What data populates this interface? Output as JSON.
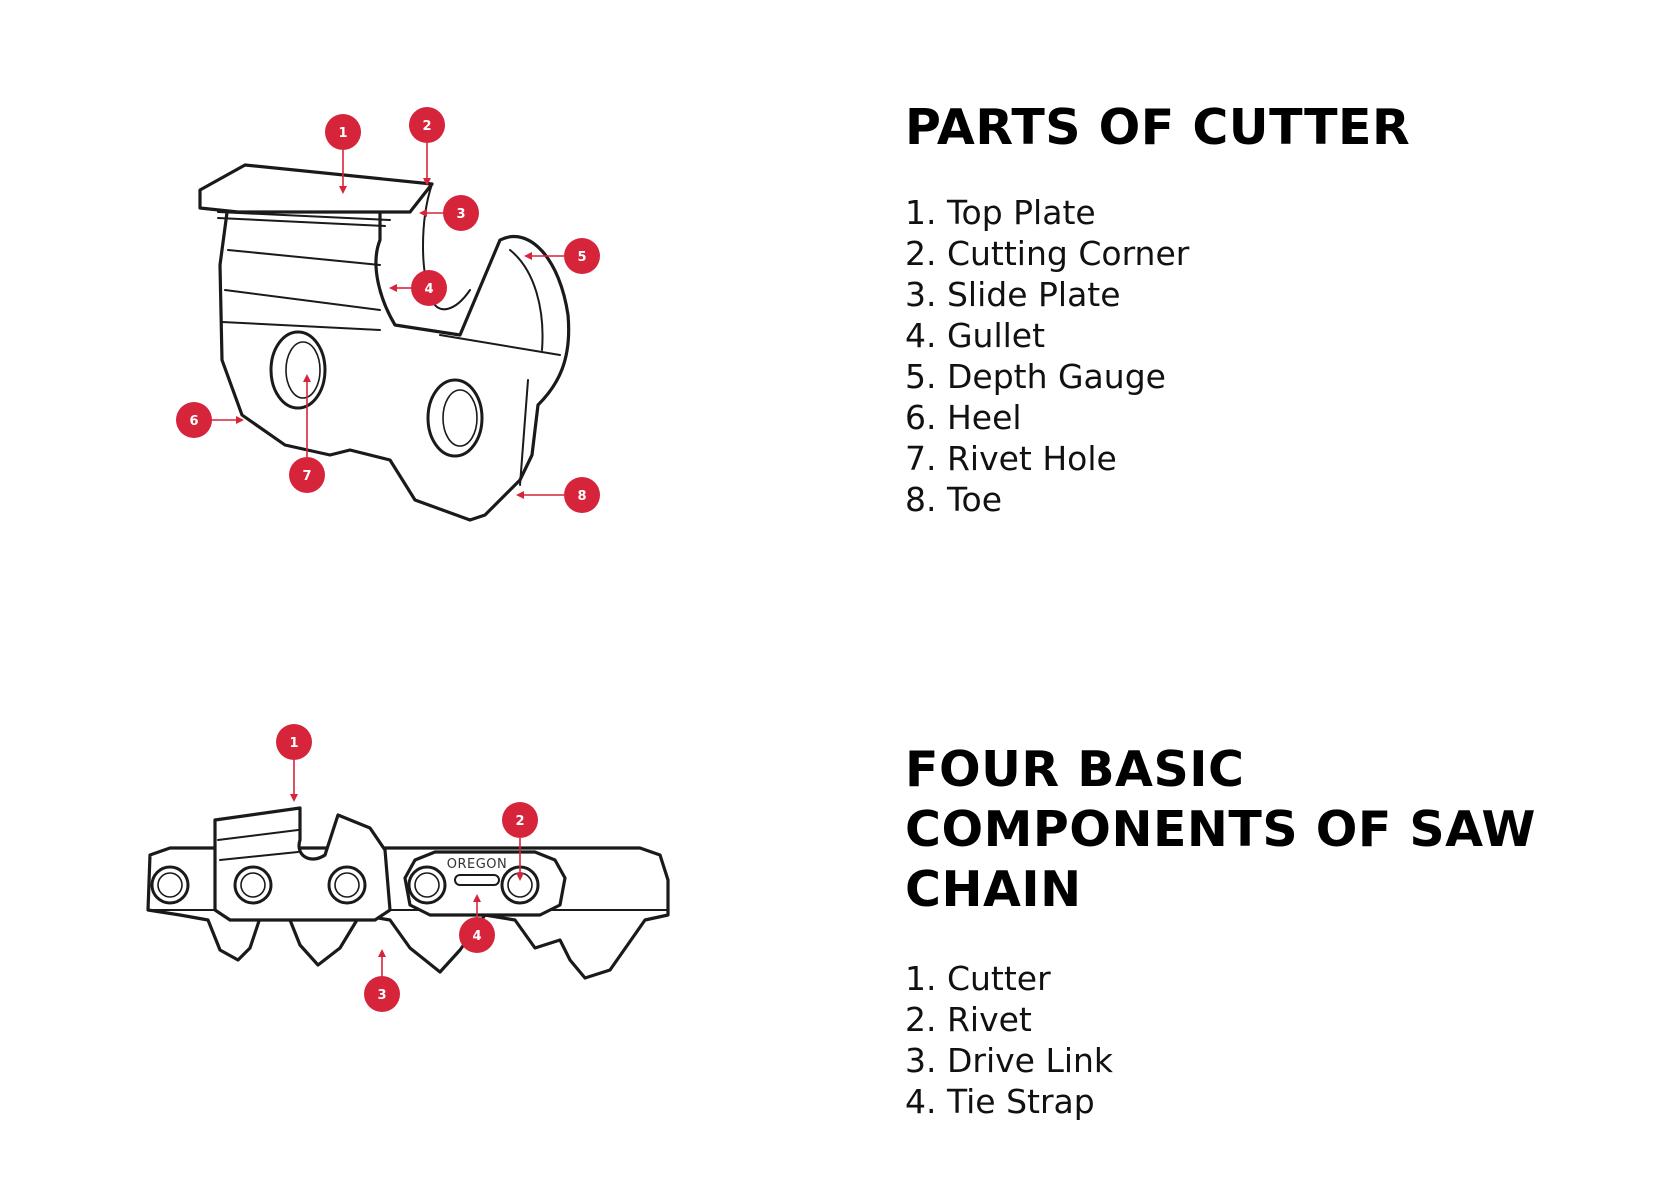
{
  "cutter": {
    "title": "PARTS OF CUTTER",
    "items": [
      "1. Top Plate",
      "2. Cutting Corner",
      "3. Slide Plate",
      "4. Gullet",
      "5. Depth Gauge",
      "6. Heel",
      "7. Rivet Hole",
      "8. Toe"
    ],
    "callouts": [
      "1",
      "2",
      "3",
      "4",
      "5",
      "6",
      "7",
      "8"
    ]
  },
  "chain": {
    "title_lines": [
      "FOUR BASIC",
      "COMPONENTS OF SAW",
      "CHAIN"
    ],
    "items": [
      "1. Cutter",
      "2. Rivet",
      "3. Drive Link",
      "4. Tie Strap"
    ],
    "callouts": [
      "1",
      "2",
      "3",
      "4"
    ],
    "brand": "OREGON"
  },
  "colors": {
    "callout": "#d6243b",
    "outline": "#1a1a1a",
    "text": "#000000",
    "background": "#ffffff"
  }
}
